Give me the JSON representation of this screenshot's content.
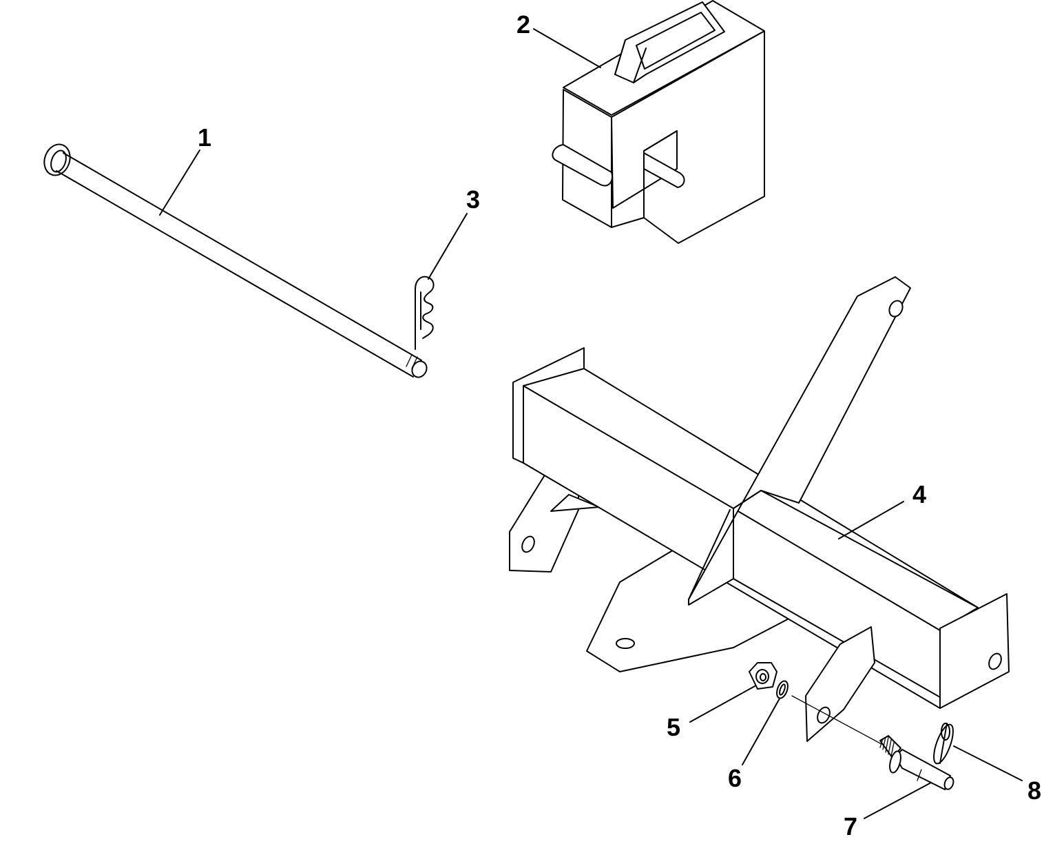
{
  "callouts": [
    {
      "id": "1",
      "label": "1"
    },
    {
      "id": "2",
      "label": "2"
    },
    {
      "id": "3",
      "label": "3"
    },
    {
      "id": "4",
      "label": "4"
    },
    {
      "id": "5",
      "label": "5"
    },
    {
      "id": "6",
      "label": "6"
    },
    {
      "id": "7",
      "label": "7"
    },
    {
      "id": "8",
      "label": "8"
    }
  ],
  "parts": [
    {
      "callout": "1",
      "icon": "long-pin-icon"
    },
    {
      "callout": "2",
      "icon": "suitcase-weight-icon"
    },
    {
      "callout": "3",
      "icon": "hairpin-clip-icon"
    },
    {
      "callout": "4",
      "icon": "hitch-frame-icon"
    },
    {
      "callout": "5",
      "icon": "hex-nut-icon"
    },
    {
      "callout": "6",
      "icon": "lock-washer-icon"
    },
    {
      "callout": "7",
      "icon": "threaded-pin-icon"
    },
    {
      "callout": "8",
      "icon": "lynch-pin-icon"
    }
  ],
  "colors": {
    "line": "#000000",
    "background": "#ffffff"
  }
}
